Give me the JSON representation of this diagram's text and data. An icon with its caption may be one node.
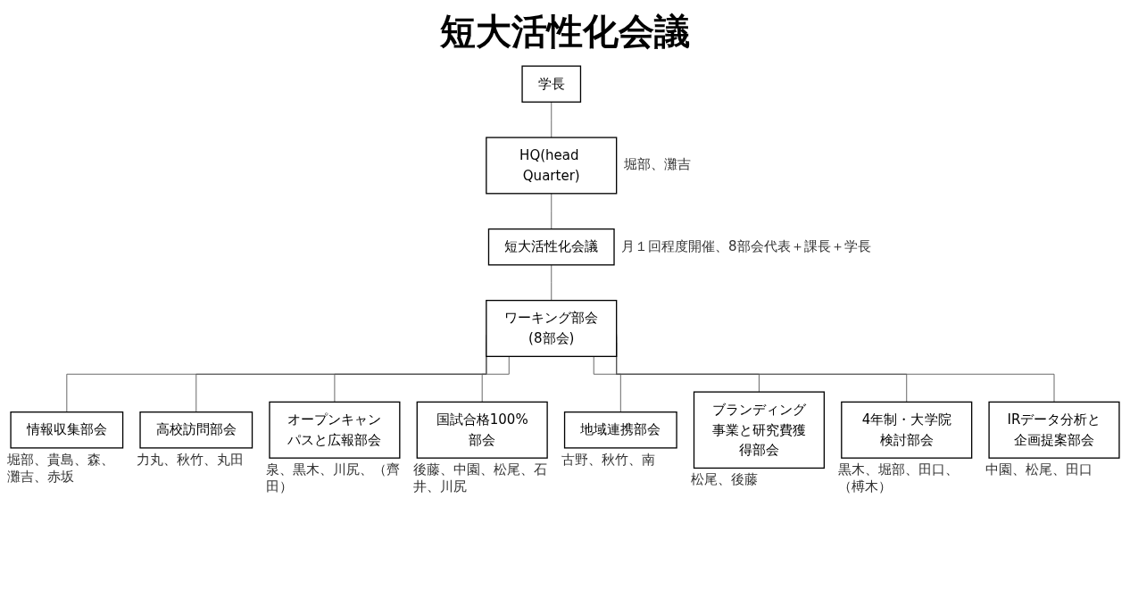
{
  "diagram": {
    "title": "短大活性化会議",
    "nodes": [
      {
        "text": [
          "学長"
        ]
      },
      {
        "text": [
          "HQ(head Quarter)"
        ],
        "beside": [
          "堀部、灘吉"
        ]
      },
      {
        "text": [
          "短大活性化会議"
        ],
        "beside": [
          "月１回程度開催、8部会代表＋課長＋学長"
        ]
      },
      {
        "text": [
          "ワーキング部会(8部会)"
        ]
      },
      {
        "text": [
          "情報収集部会"
        ],
        "beside": [
          "堀部、貴島、森、灘吉、赤坂"
        ]
      },
      {
        "text": [
          "高校訪問部会"
        ],
        "beside": [
          "力丸、秋竹、丸田"
        ]
      },
      {
        "text": [
          "オープンキャンパスと広報部会"
        ],
        "beside": [
          "泉、黒木、川尻、（齊田）"
        ]
      },
      {
        "text": [
          "国試合格100%部会"
        ],
        "beside": [
          "後藤、中園、松尾、石井、川尻"
        ]
      },
      {
        "text": [
          "地域連携部会"
        ],
        "beside": [
          "古野、秋竹、南"
        ]
      },
      {
        "text": [
          "ブランディング事業と研究費獲得部会"
        ],
        "beside": [
          "松尾、後藤"
        ]
      },
      {
        "text": [
          "4年制・大学院検討部会"
        ],
        "beside": [
          "黒木、堀部、田口、（榑木）"
        ]
      },
      {
        "text": [
          "IRデータ分析と企画提案部会"
        ],
        "beside": [
          "中園、松尾、田口"
        ]
      }
    ],
    "edges": [
      {
        "from": 0,
        "to": 1,
        "arrow": "none"
      },
      {
        "from": 1,
        "to": 2,
        "arrow": "none"
      },
      {
        "from": 2,
        "to": 3,
        "arrow": "none"
      },
      {
        "from": 3,
        "to": 4,
        "arrow": "none"
      },
      {
        "from": 3,
        "to": 5,
        "arrow": "none"
      },
      {
        "from": 3,
        "to": 6,
        "arrow": "none"
      },
      {
        "from": 3,
        "to": 7,
        "arrow": "none"
      },
      {
        "from": 3,
        "to": 8,
        "arrow": "none"
      },
      {
        "from": 3,
        "to": 9,
        "arrow": "none"
      },
      {
        "from": 3,
        "to": 10,
        "arrow": "none"
      },
      {
        "from": 3,
        "to": 11,
        "arrow": "none"
      }
    ]
  }
}
